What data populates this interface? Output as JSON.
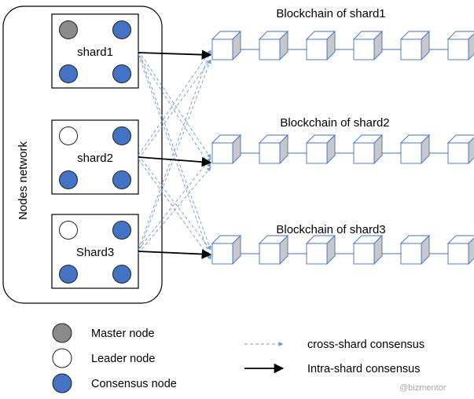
{
  "network": {
    "label": "Nodes network"
  },
  "shards": [
    {
      "label": "shard1",
      "nodes": [
        "master",
        "consensus",
        "consensus",
        "consensus"
      ]
    },
    {
      "label": "shard2",
      "nodes": [
        "leader",
        "consensus",
        "consensus",
        "consensus"
      ]
    },
    {
      "label": "Shard3",
      "nodes": [
        "leader",
        "consensus",
        "consensus",
        "consensus"
      ]
    }
  ],
  "chains": [
    {
      "title": "Blockchain of shard1",
      "block_count": 6
    },
    {
      "title": "Blockchain of shard2",
      "block_count": 6
    },
    {
      "title": "Blockchain of shard3",
      "block_count": 6
    }
  ],
  "legend": {
    "nodes": [
      {
        "type": "master",
        "label": "Master node"
      },
      {
        "type": "leader",
        "label": "Leader node"
      },
      {
        "type": "consensus",
        "label": "Consensus node"
      }
    ],
    "lines": [
      {
        "type": "cross",
        "label": "cross-shard consensus"
      },
      {
        "type": "intra",
        "label": "Intra-shard consensus"
      }
    ]
  },
  "watermark": "@bizmentor",
  "colors": {
    "master": "#8a8a8a",
    "leader": "#ffffff",
    "consensus": "#4472c4",
    "block_face": "#ffffff",
    "block_side": "#c8c8c8",
    "block_stroke": "#4472c4",
    "cross_line": "#6f9bd8",
    "intra_line": "#000000"
  }
}
